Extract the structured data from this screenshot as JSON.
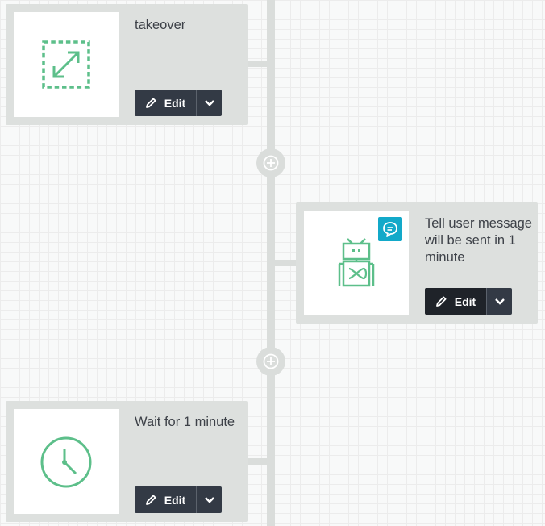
{
  "flow": {
    "steps": [
      {
        "title": "takeover",
        "icon": "expand-arrows-icon",
        "edit_label": "Edit"
      },
      {
        "title": "Tell user message will be sent in 1 minute",
        "icon": "robot-icon",
        "badge_icon": "chat-bubble-icon",
        "edit_label": "Edit"
      },
      {
        "title": "Wait for 1 minute",
        "icon": "clock-icon",
        "edit_label": "Edit"
      }
    ]
  },
  "colors": {
    "card_bg": "#dde0de",
    "spine": "#dadddb",
    "button_bg": "#333a45",
    "icon_green": "#5dbf8a",
    "badge_teal": "#13a9c9",
    "text": "#3d4148"
  }
}
